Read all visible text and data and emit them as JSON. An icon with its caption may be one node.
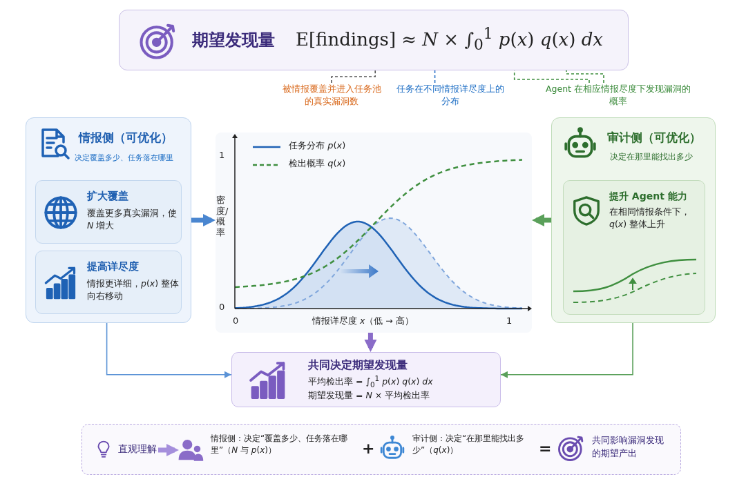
{
  "diagram": {
    "nodes": [
      {
        "text": [
          "期望发现量",
          "E[findings] ≈ *N* × ∫$_{0}$$^{1}$ *p*(*x*) *q*(*x*) *dx*"
        ]
      },
      {
        "text": [
          "被情报覆盖并进入任务池的真实漏洞数"
        ]
      },
      {
        "text": [
          "任务在不同情报详尽度上的分布"
        ]
      },
      {
        "text": [
          "Agent 在相应情报尽度下发现漏洞的概率"
        ]
      },
      {
        "text": [
          "情报侧（可优化）",
          "决定覆盖多少、任务落在哪里"
        ]
      },
      {
        "text": [
          "扩大覆盖",
          "覆盖更多真实漏洞，使 *N* 增大"
        ],
        "in": 4
      },
      {
        "text": [
          "提高详尽度",
          "情报更详细，*p*(*x*) 整体向右移动"
        ],
        "in": 4
      },
      {
        "text": [],
        "shape": "chart"
      },
      {
        "text": [
          "审计侧（可优化）",
          "决定在那里能找出多少"
        ]
      },
      {
        "text": [
          "提升 Agent 能力",
          "在相同情报条件下，*q*(*x*) 整体上升"
        ],
        "in": 8
      },
      {
        "text": [
          "共同决定期望发现量",
          "平均检出率 = ∫$_{0}$$^{1}$ *p*(*x*) *q*(*x*) *dx*",
          "期望发现量 = *N* × 平均检出率"
        ]
      },
      {
        "text": [],
        "shape": "box"
      },
      {
        "text": [
          "直观理解"
        ],
        "in": 11
      },
      {
        "text": [
          "情报侧：决定“覆盖多少、任务落在哪里”（*N* 与 *p*(*x*)）"
        ],
        "in": 11
      },
      {
        "text": [
          "审计侧：决定“在那里能找出多少”（*q*(*x*)）"
        ],
        "in": 11
      },
      {
        "text": [
          "共同影响漏洞发现的期望产出"
        ],
        "in": 11
      }
    ],
    "edges": [
      {
        "from": 1,
        "to": 0,
        "arrow": "none",
        "style": "dashed",
        "color": "#555555"
      },
      {
        "from": 2,
        "to": 0,
        "arrow": "none",
        "style": "dashed",
        "color": "#2f75c8"
      },
      {
        "from": 3,
        "to": 0,
        "arrow": "none",
        "style": "dashed",
        "color": "#3f8f3f"
      },
      {
        "from": 3,
        "to": 0,
        "arrow": "none",
        "style": "dashed",
        "color": "#3f8f3f"
      },
      {
        "from": 4,
        "to": 7,
        "arrow": "to",
        "style": "thick",
        "color": "#4a86d0"
      },
      {
        "from": 8,
        "to": 7,
        "arrow": "to",
        "style": "thick",
        "color": "#5aa05a"
      },
      {
        "from": 7,
        "to": 10,
        "arrow": "to",
        "style": "thick",
        "color": "#8a6cc8"
      },
      {
        "from": 4,
        "to": 10,
        "arrow": "to",
        "color": "#5b93d6"
      },
      {
        "from": 8,
        "to": 10,
        "arrow": "to",
        "color": "#5aa05a"
      },
      {
        "from": 12,
        "to": 13,
        "arrow": "to",
        "style": "thick",
        "color": "#a58fdc"
      }
    ],
    "labels": [
      "1",
      "密度/概率",
      "0",
      "0",
      "情报详尽度 *x*（低 → 高）",
      "1",
      "+",
      "="
    ],
    "legend": [
      {
        "text": "任务分布 *p*(*x*)"
      },
      {
        "text": "检出概率 *q*(*x*)"
      }
    ]
  }
}
